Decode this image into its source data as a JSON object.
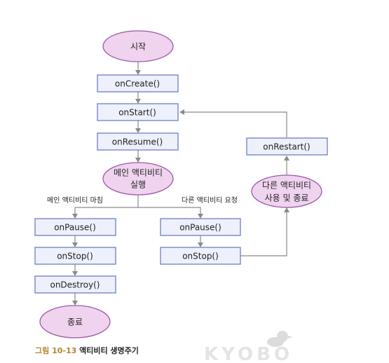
{
  "nodes": {
    "start": "시작",
    "on_create": "onCreate()",
    "on_start": "onStart()",
    "on_resume": "onResume()",
    "running_line1": "메인 액티비티",
    "running_line2": "실행",
    "on_pause_left": "onPause()",
    "on_stop_left": "onStop()",
    "on_destroy": "onDestroy()",
    "end": "종료",
    "on_pause_right": "onPause()",
    "on_stop_right": "onStop()",
    "other_line1": "다른 액티비티",
    "other_line2": "사용 및 종료",
    "on_restart": "onRestart()"
  },
  "edges": {
    "main_finish": "메인 액티비티 마침",
    "other_request": "다른 액티비티 요청"
  },
  "caption": {
    "number": "그림 10-13",
    "title": "액티비티 생명주기"
  },
  "watermark": "KYOBO",
  "colors": {
    "box_fill": "#eef0fb",
    "box_stroke": "#6c7fc9",
    "oval_fill": "#efd3ef",
    "oval_stroke": "#9a5aa8",
    "connector": "#8a8a8a",
    "caption_accent": "#b5862e"
  }
}
